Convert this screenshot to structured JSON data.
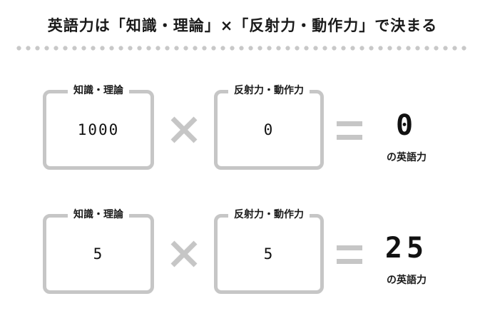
{
  "title": "英語力は「知識・理論」×「反射力・動作力」で決まる",
  "equations": [
    {
      "left_label": "知識・理論",
      "left_value": "1000",
      "right_label": "反射力・動作力",
      "right_value": "0",
      "result": "0",
      "result_unit": "の英語力"
    },
    {
      "left_label": "知識・理論",
      "left_value": "5",
      "right_label": "反射力・動作力",
      "right_value": "5",
      "result": "25",
      "result_unit": "の英語力"
    }
  ],
  "colors": {
    "box_border": "#c6c6c6",
    "operator": "#c6c6c6",
    "text": "#1a1a1a"
  }
}
